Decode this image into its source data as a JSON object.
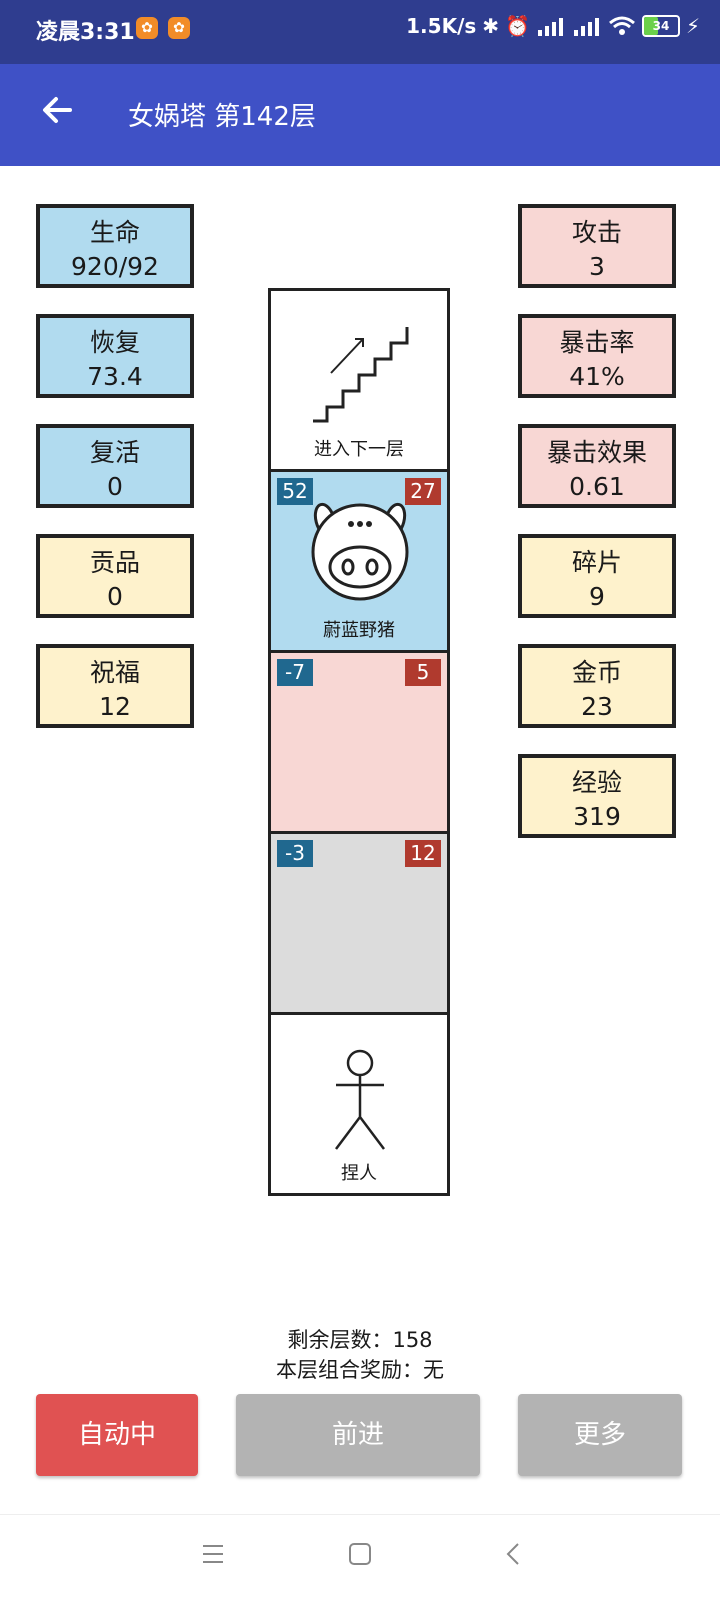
{
  "status_bar": {
    "time": "凌晨3:31",
    "network_speed": "1.5K/s",
    "battery": "34",
    "icons": [
      "uc-browser-icon",
      "uc-browser-icon",
      "bluetooth-icon",
      "alarm-icon",
      "signal-icon",
      "signal-icon",
      "wifi-icon",
      "battery-icon",
      "charging-icon"
    ]
  },
  "app_bar": {
    "back_icon": "arrow-left-icon",
    "title": "女娲塔 第142层"
  },
  "left_stats": [
    {
      "label": "生命",
      "value": "920/92",
      "color": "#b1dbef"
    },
    {
      "label": "恢复",
      "value": "73.4",
      "color": "#b1dbef"
    },
    {
      "label": "复活",
      "value": "0",
      "color": "#b1dbef"
    },
    {
      "label": "贡品",
      "value": "0",
      "color": "#fef2cc"
    },
    {
      "label": "祝福",
      "value": "12",
      "color": "#fef2cc"
    }
  ],
  "right_stats": [
    {
      "label": "攻击",
      "value": "3",
      "color": "#f8d7d4"
    },
    {
      "label": "暴击率",
      "value": "41%",
      "color": "#f8d7d4"
    },
    {
      "label": "暴击效果",
      "value": "0.61",
      "color": "#f8d7d4"
    },
    {
      "label": "碎片",
      "value": "9",
      "color": "#fef2cc"
    },
    {
      "label": "金币",
      "value": "23",
      "color": "#fef2cc"
    },
    {
      "label": "经验",
      "value": "319",
      "color": "#fef2cc"
    }
  ],
  "tower": {
    "stairs": {
      "label": "进入下一层",
      "icon": "stairs-up-icon"
    },
    "monster": {
      "name": "蔚蓝野猪",
      "left_badge": "52",
      "right_badge": "27",
      "icon": "pig-icon",
      "color": "#b1dbef"
    },
    "cell_pink": {
      "left_badge": "-7",
      "right_badge": "5",
      "color": "#f8d7d4"
    },
    "cell_gray": {
      "left_badge": "-3",
      "right_badge": "12",
      "color": "#dcdcdc"
    },
    "player": {
      "label": "捏人",
      "icon": "stick-figure-icon"
    }
  },
  "info": {
    "remaining": "剩余层数：158",
    "reward": "本层组合奖励：无"
  },
  "buttons": {
    "auto": {
      "label": "自动中",
      "color": "#e05252"
    },
    "forward": {
      "label": "前进",
      "color": "#b3b3b3"
    },
    "more": {
      "label": "更多",
      "color": "#b3b3b3"
    }
  },
  "nav_bar": {
    "icons": [
      "menu-icon",
      "home-square-icon",
      "back-chevron-icon"
    ]
  }
}
